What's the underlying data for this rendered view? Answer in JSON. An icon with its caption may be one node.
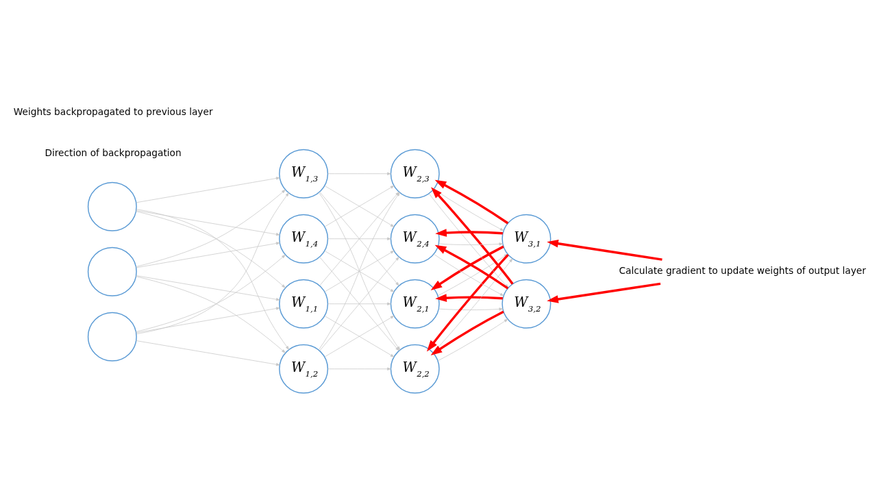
{
  "diagram": {
    "nodes": [
      {
        "text": [],
        "shape": "circle"
      },
      {
        "text": [],
        "shape": "circle"
      },
      {
        "text": [],
        "shape": "circle"
      },
      {
        "text": [
          "W$_{1,1}$"
        ]
      },
      {
        "text": [
          "W$_{1,2}$"
        ]
      },
      {
        "text": [
          "W$_{1,3}$"
        ]
      },
      {
        "text": [
          "W$_{1,4}$"
        ]
      },
      {
        "text": [
          "W$_{2,1}$"
        ]
      },
      {
        "text": [
          "W$_{2,2}$"
        ]
      },
      {
        "text": [
          "W$_{2,3}$"
        ]
      },
      {
        "text": [
          "W$_{2,4}$"
        ]
      },
      {
        "text": [
          "W$_{3,1}$"
        ]
      },
      {
        "text": [
          "W$_{3,2}$"
        ]
      },
      {
        "text": [
          "Calculate gradient to update weights of output layer"
        ]
      }
    ],
    "edges": [
      {
        "from": 0,
        "to": 3,
        "arrow": "to"
      },
      {
        "from": 0,
        "to": 4,
        "arrow": "to"
      },
      {
        "from": 0,
        "to": 5,
        "arrow": "to"
      },
      {
        "from": 0,
        "to": 6,
        "arrow": "to"
      },
      {
        "from": 1,
        "to": 3,
        "arrow": "to"
      },
      {
        "from": 1,
        "to": 4,
        "arrow": "to"
      },
      {
        "from": 1,
        "to": 5,
        "arrow": "to"
      },
      {
        "from": 1,
        "to": 6,
        "arrow": "to"
      },
      {
        "from": 2,
        "to": 3,
        "arrow": "to"
      },
      {
        "from": 2,
        "to": 4,
        "arrow": "to"
      },
      {
        "from": 2,
        "to": 5,
        "arrow": "to"
      },
      {
        "from": 2,
        "to": 6,
        "arrow": "to"
      },
      {
        "from": 3,
        "to": 7,
        "arrow": "to"
      },
      {
        "from": 3,
        "to": 8,
        "arrow": "to"
      },
      {
        "from": 3,
        "to": 9,
        "arrow": "to"
      },
      {
        "from": 3,
        "to": 10,
        "arrow": "to"
      },
      {
        "from": 4,
        "to": 7,
        "arrow": "to"
      },
      {
        "from": 4,
        "to": 8,
        "arrow": "to"
      },
      {
        "from": 4,
        "to": 9,
        "arrow": "to"
      },
      {
        "from": 4,
        "to": 10,
        "arrow": "to"
      },
      {
        "from": 5,
        "to": 7,
        "arrow": "to"
      },
      {
        "from": 5,
        "to": 8,
        "arrow": "to"
      },
      {
        "from": 5,
        "to": 9,
        "arrow": "to"
      },
      {
        "from": 5,
        "to": 10,
        "arrow": "to"
      },
      {
        "from": 6,
        "to": 7,
        "arrow": "to"
      },
      {
        "from": 6,
        "to": 8,
        "arrow": "to"
      },
      {
        "from": 6,
        "to": 9,
        "arrow": "to"
      },
      {
        "from": 6,
        "to": 10,
        "arrow": "to"
      },
      {
        "from": 7,
        "to": 11,
        "arrow": "to"
      },
      {
        "from": 7,
        "to": 12,
        "arrow": "to"
      },
      {
        "from": 8,
        "to": 11,
        "arrow": "to"
      },
      {
        "from": 8,
        "to": 12,
        "arrow": "to"
      },
      {
        "from": 9,
        "to": 11,
        "arrow": "to"
      },
      {
        "from": 9,
        "to": 12,
        "arrow": "to"
      },
      {
        "from": 10,
        "to": 11,
        "arrow": "to"
      },
      {
        "from": 10,
        "to": 12,
        "arrow": "to"
      },
      {
        "from": 11,
        "to": 7,
        "arrow": "to",
        "style": "thick",
        "color": "#ff0000"
      },
      {
        "from": 11,
        "to": 8,
        "arrow": "to",
        "style": "thick",
        "color": "#ff0000"
      },
      {
        "from": 11,
        "to": 9,
        "arrow": "to",
        "style": "thick",
        "color": "#ff0000"
      },
      {
        "from": 11,
        "to": 10,
        "arrow": "to",
        "style": "thick",
        "color": "#ff0000"
      },
      {
        "from": 12,
        "to": 7,
        "arrow": "to",
        "style": "thick",
        "color": "#ff0000"
      },
      {
        "from": 12,
        "to": 8,
        "arrow": "to",
        "style": "thick",
        "color": "#ff0000"
      },
      {
        "from": 12,
        "to": 9,
        "arrow": "to",
        "style": "thick",
        "color": "#ff0000"
      },
      {
        "from": 12,
        "to": 10,
        "arrow": "to",
        "style": "thick",
        "color": "#ff0000"
      },
      {
        "from": 13,
        "to": 11,
        "arrow": "to",
        "style": "thick",
        "color": "#ff0000"
      },
      {
        "from": 13,
        "to": 12,
        "arrow": "to",
        "style": "thick",
        "color": "#ff0000"
      }
    ],
    "labels": [
      "Direction of backpropagation",
      "Weights backpropagated to previous layer"
    ]
  }
}
